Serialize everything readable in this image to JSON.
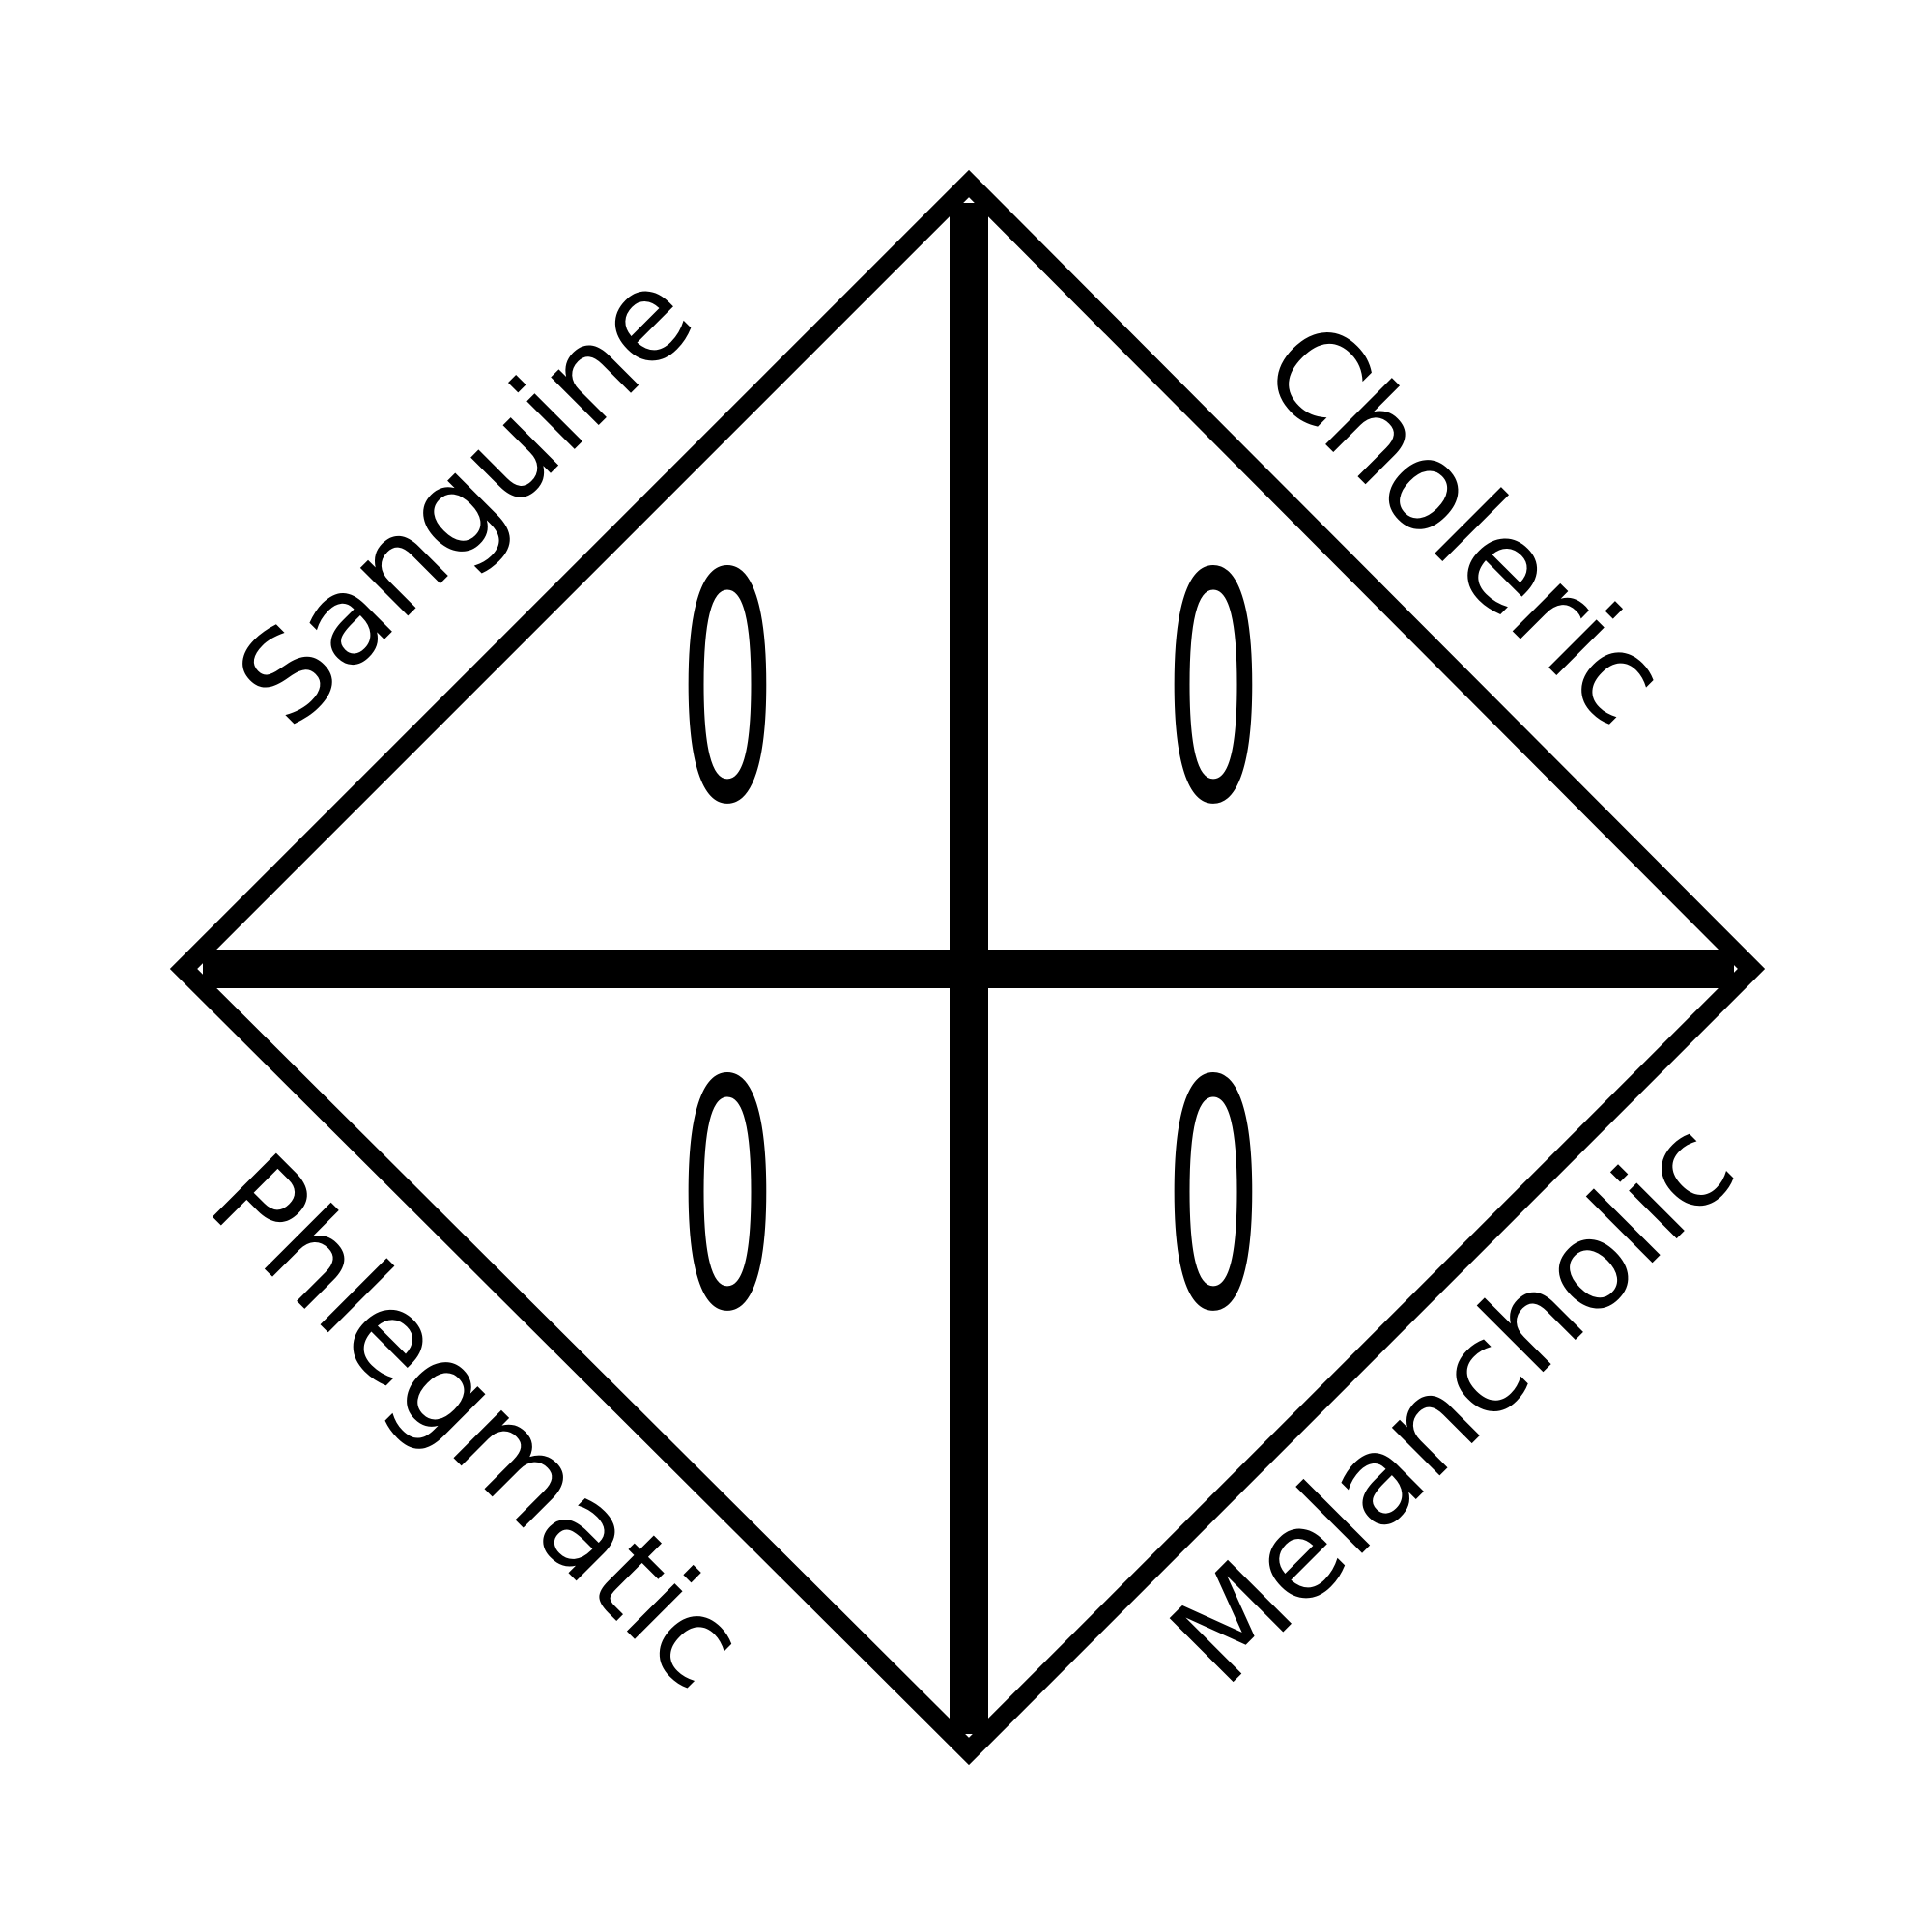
{
  "diagram": {
    "quadrants": [
      {
        "label": "Sanguine",
        "value": "0"
      },
      {
        "label": "Choleric",
        "value": "0"
      },
      {
        "label": "Phlegmatic",
        "value": "0"
      },
      {
        "label": "Melancholic",
        "value": "0"
      }
    ],
    "colors": {
      "stroke": "#000000",
      "background": "#ffffff"
    }
  }
}
